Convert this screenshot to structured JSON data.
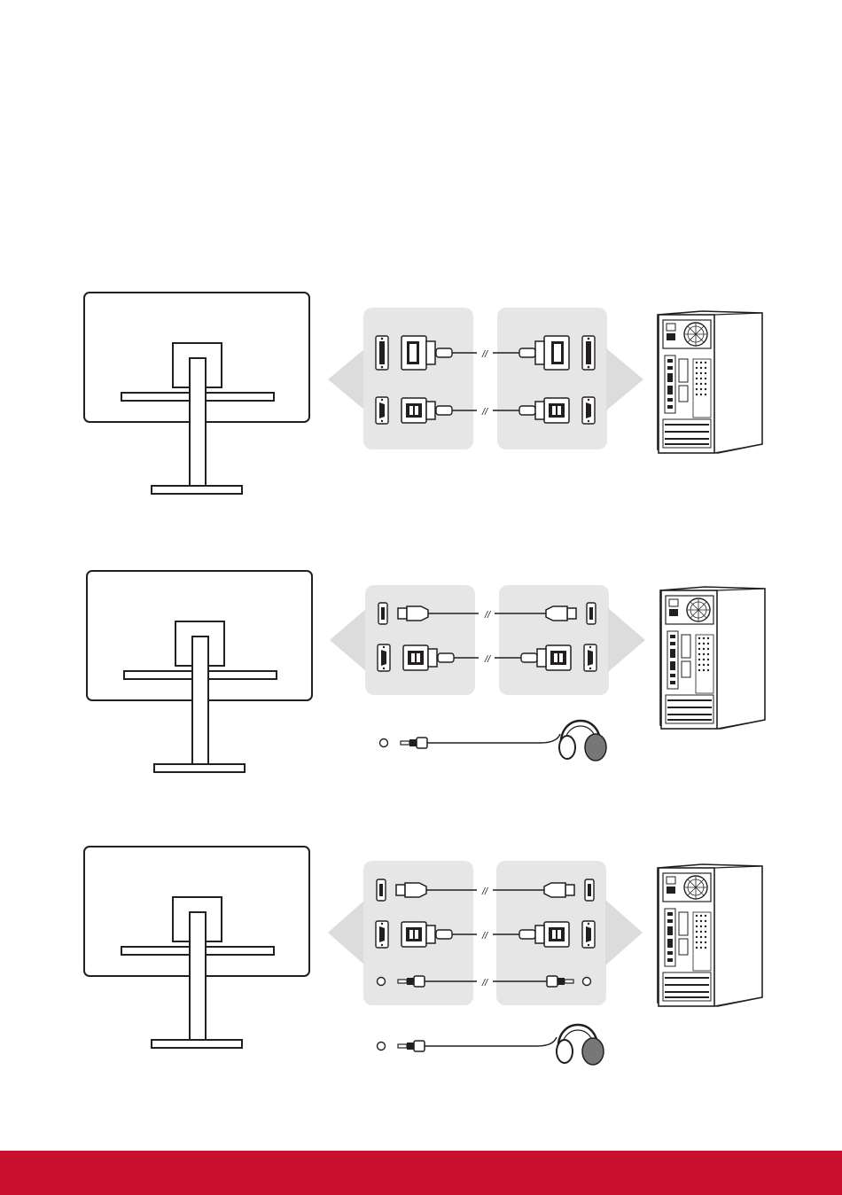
{
  "theme": {
    "line": "#231f20",
    "panel": "#e6e6e6",
    "arrow": "#dcdcdc",
    "footer": "#c8102e"
  },
  "diagrams": [
    {
      "id": "dvi-vga",
      "rows": [
        {
          "monitor_port": "dvi-port-icon",
          "cable": "dvi-cable",
          "pc_port": "dvi-port-icon"
        },
        {
          "monitor_port": "vga-port-icon",
          "cable": "vga-cable",
          "pc_port": "vga-port-icon"
        }
      ],
      "headphones": false
    },
    {
      "id": "hdmi-vga-headphone",
      "rows": [
        {
          "monitor_port": "hdmi-port-icon",
          "cable": "hdmi-cable",
          "pc_port": "hdmi-port-icon"
        },
        {
          "monitor_port": "vga-port-icon",
          "cable": "vga-cable",
          "pc_port": "vga-port-icon"
        }
      ],
      "headphones": true
    },
    {
      "id": "hdmi-vga-audio-headphone",
      "rows": [
        {
          "monitor_port": "hdmi-port-icon",
          "cable": "hdmi-cable",
          "pc_port": "hdmi-port-icon"
        },
        {
          "monitor_port": "vga-port-icon",
          "cable": "vga-cable",
          "pc_port": "vga-port-icon"
        },
        {
          "monitor_port": "audio-port-icon",
          "cable": "audio-cable",
          "pc_port": "audio-port-icon"
        }
      ],
      "headphones": true
    }
  ]
}
